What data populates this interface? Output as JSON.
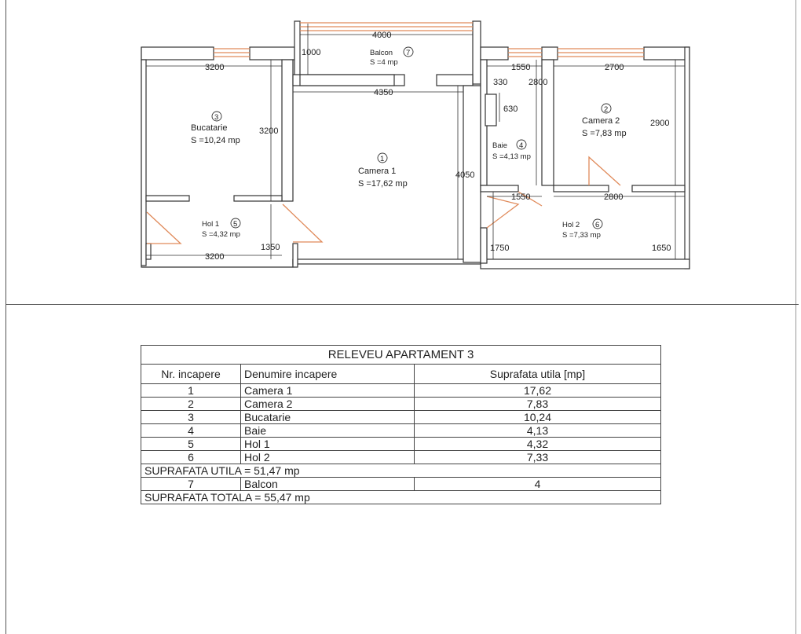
{
  "plan": {
    "rooms": [
      {
        "num": "1",
        "name": "Camera 1",
        "area": "S =17,62 mp"
      },
      {
        "num": "2",
        "name": "Camera 2",
        "area": "S =7,83 mp"
      },
      {
        "num": "3",
        "name": "Bucatarie",
        "area": "S =10,24 mp"
      },
      {
        "num": "4",
        "name": "Baie",
        "area": "S =4,13 mp"
      },
      {
        "num": "5",
        "name": "Hol 1",
        "area": "S =4,32 mp"
      },
      {
        "num": "6",
        "name": "Hol 2",
        "area": "S =7,33 mp"
      },
      {
        "num": "7",
        "name": "Balcon",
        "area": "S =4 mp"
      }
    ],
    "dims": {
      "balcon_width": "4000",
      "balcon_depth": "1000",
      "buc_width": "3200",
      "buc_depth": "3200",
      "cam1_width": "4350",
      "cam1_depth": "4050",
      "baie_width": "1550",
      "baie_small": "330",
      "baie_depth": "2800",
      "baie_inner": "630",
      "cam2_width": "2700",
      "cam2_depth": "2900",
      "hol1_width": "3200",
      "hol1_depth": "1350",
      "hol2_width_a": "1550",
      "hol2_width_b": "2800",
      "hol2_depth_a": "1750",
      "hol2_depth_b": "1650"
    }
  },
  "table": {
    "title": "RELEVEU APARTAMENT 3",
    "headers": [
      "Nr. incapere",
      "Denumire incapere",
      "Suprafata utila [mp]"
    ],
    "rows": [
      [
        "1",
        "Camera 1",
        "17,62"
      ],
      [
        "2",
        "Camera 2",
        "7,83"
      ],
      [
        "3",
        "Bucatarie",
        "10,24"
      ],
      [
        "4",
        "Baie",
        "4,13"
      ],
      [
        "5",
        "Hol 1",
        "4,32"
      ],
      [
        "6",
        "Hol 2",
        "7,33"
      ]
    ],
    "subtotal": "SUPRAFATA UTILA = 51,47 mp",
    "balcony_row": [
      "7",
      "Balcon",
      "4"
    ],
    "total": "SUPRAFATA TOTALA = 55,47 mp"
  }
}
